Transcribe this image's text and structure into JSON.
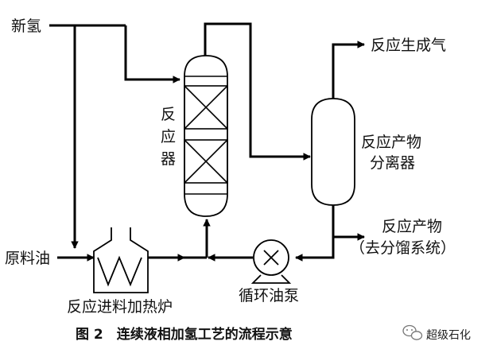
{
  "diagram": {
    "labels": {
      "fresh_hydrogen": "新氢",
      "reactor_char_1": "反",
      "reactor_char_2": "应",
      "reactor_char_3": "器",
      "reaction_gas": "反应生成气",
      "separator_line1": "反应产物",
      "separator_line2": "分离器",
      "product_line1": "反应产物",
      "product_line2": "（去分馏系统）",
      "feed_oil": "原料油",
      "heater": "反应进料加热炉",
      "pump": "循环油泵"
    },
    "caption": "图 2　连续液相加氢工艺的流程示意",
    "watermark": "超级石化"
  }
}
